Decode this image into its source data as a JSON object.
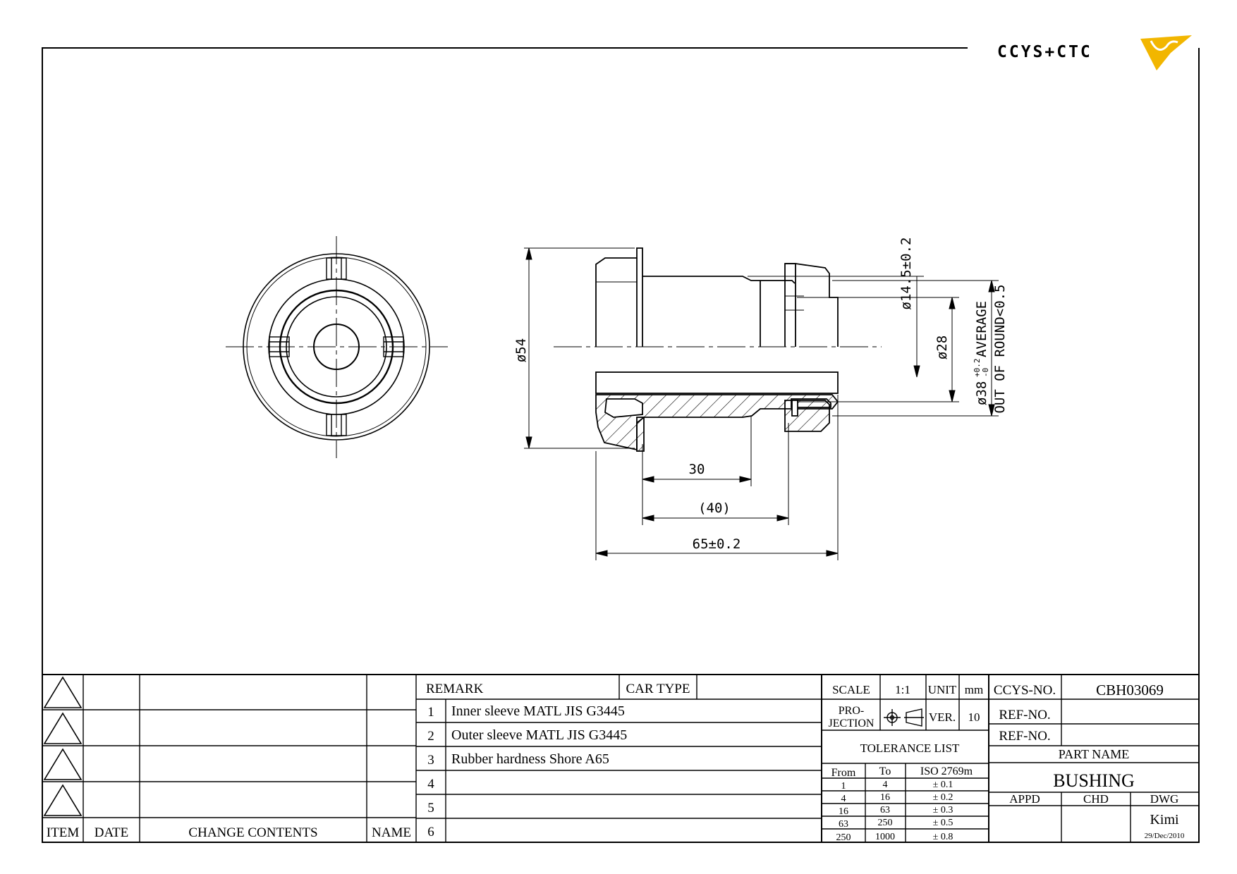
{
  "logo": {
    "text": "CCYS+CTC",
    "accent": "#f2b600"
  },
  "front_view": {},
  "section_view": {
    "dims": {
      "d54": "ø54",
      "d145": "ø14.5±0.2",
      "d28": "ø28",
      "d38_main": "ø38",
      "d38_tol_upper": "+0.2",
      "d38_tol_lower": "-0",
      "d38_note": "AVERAGE",
      "out_of_round": "OUT OF ROUND<0.5",
      "len30": "30",
      "len40": "(40)",
      "len65": "65±0.2"
    }
  },
  "revision_block": {
    "headers": {
      "item": "ITEM",
      "date": "DATE",
      "change": "CHANGE CONTENTS",
      "name": "NAME"
    }
  },
  "remarks": {
    "remark_label": "REMARK",
    "car_type_label": "CAR TYPE",
    "rows": [
      {
        "no": "1",
        "text": "Inner sleeve MATL JIS G3445"
      },
      {
        "no": "2",
        "text": "Outer sleeve MATL JIS G3445"
      },
      {
        "no": "3",
        "text": "Rubber hardness Shore A65"
      },
      {
        "no": "4",
        "text": ""
      },
      {
        "no": "5",
        "text": ""
      },
      {
        "no": "6",
        "text": ""
      }
    ]
  },
  "title_block": {
    "scale_label": "SCALE",
    "scale": "1:1",
    "unit_label": "UNIT",
    "unit": "mm",
    "projection_label_1": "PRO-",
    "projection_label_2": "JECTION",
    "ver_label": "VER.",
    "ver": "10",
    "tolerance_title": "TOLERANCE LIST",
    "tol_headers": {
      "from": "From",
      "to": "To",
      "iso": "ISO 2769m"
    },
    "tolerances": [
      {
        "from": "1",
        "to": "4",
        "tol": "± 0.1"
      },
      {
        "from": "4",
        "to": "16",
        "tol": "± 0.2"
      },
      {
        "from": "16",
        "to": "63",
        "tol": "± 0.3"
      },
      {
        "from": "63",
        "to": "250",
        "tol": "± 0.5"
      },
      {
        "from": "250",
        "to": "1000",
        "tol": "± 0.8"
      }
    ],
    "ccys_no_label": "CCYS-NO.",
    "ccys_no": "CBH03069",
    "ref_no_label_1": "REF-NO.",
    "ref_no_label_2": "REF-NO.",
    "part_name_label": "PART NAME",
    "part_name": "BUSHING",
    "appd_label": "APPD",
    "chd_label": "CHD",
    "dwg_label": "DWG",
    "dwg_name": "Kimi",
    "date": "29/Dec/2010"
  }
}
